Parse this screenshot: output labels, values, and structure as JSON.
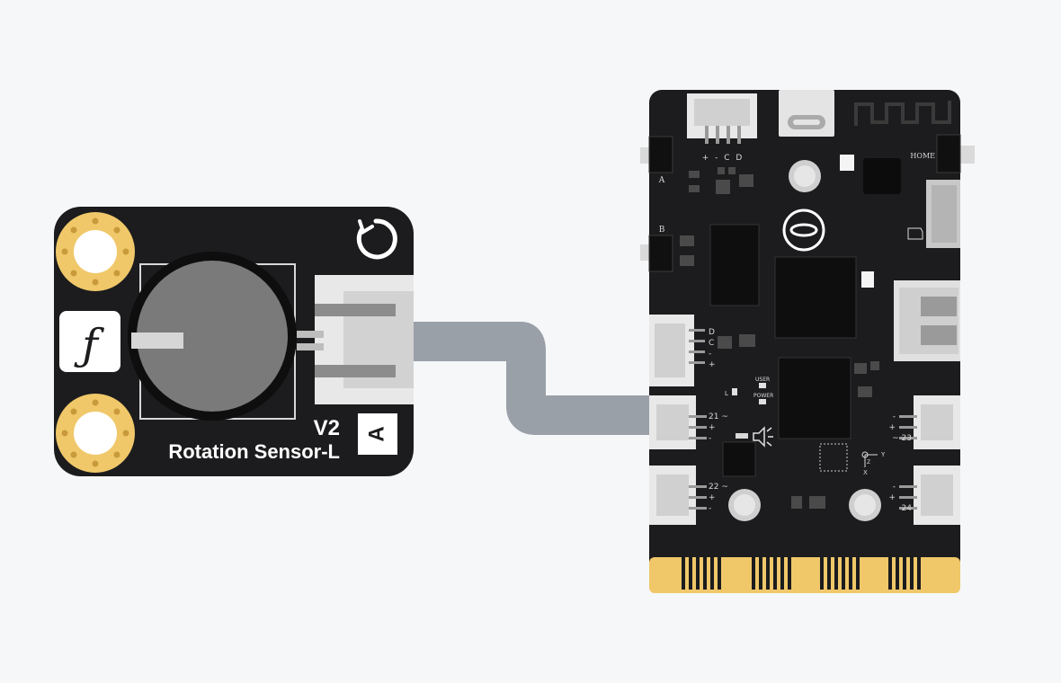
{
  "sensor_module": {
    "version": "V2",
    "name": "Rotation Sensor-L",
    "type_letter": "A",
    "logo_glyph": "ƒ"
  },
  "controller_board": {
    "top_connector_pins": "+ - C D",
    "button_a": "A",
    "button_b": "B",
    "home_button": "HOME",
    "left_connector_pins": [
      "D",
      "C",
      "-",
      "+"
    ],
    "port_21_label": "21 ~",
    "port_21_pins": [
      "+",
      "-"
    ],
    "port_22_label": "22 ~",
    "port_22_pins": [
      "+",
      "-"
    ],
    "port_23_label": "~ 23",
    "port_23_pins": [
      "-",
      "+"
    ],
    "port_24_label": "24",
    "port_24_pins": [
      "-",
      "+"
    ],
    "led_l": "L",
    "led_user": "USER",
    "led_power": "POWER",
    "axis_z": "Z",
    "axis_y": "Y",
    "axis_x": "X"
  },
  "colors": {
    "pcb": "#1c1c1e",
    "pad_gold": "#f0c86a",
    "connector": "#e8e8e8",
    "cable": "#9aa0a8",
    "background": "#f6f7f9"
  }
}
